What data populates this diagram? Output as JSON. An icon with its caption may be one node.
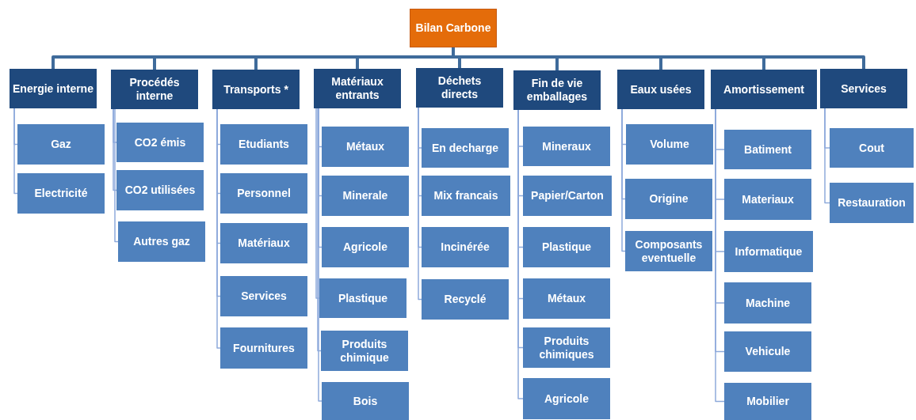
{
  "diagram": {
    "nodes": [
      {
        "text": [
          "Bilan Carbone"
        ]
      },
      {
        "text": [
          "Energie interne"
        ]
      },
      {
        "text": [
          "Procédés interne"
        ]
      },
      {
        "text": [
          "Transports *"
        ]
      },
      {
        "text": [
          "Matériaux entrants"
        ]
      },
      {
        "text": [
          "Déchets directs"
        ]
      },
      {
        "text": [
          "Fin de vie emballages"
        ]
      },
      {
        "text": [
          "Eaux usées"
        ]
      },
      {
        "text": [
          "Amortissement"
        ]
      },
      {
        "text": [
          "Services"
        ]
      },
      {
        "text": [
          "Gaz"
        ]
      },
      {
        "text": [
          "Electricité"
        ]
      },
      {
        "text": [
          "CO2 émis"
        ]
      },
      {
        "text": [
          "CO2 utilisées"
        ]
      },
      {
        "text": [
          "Autres gaz"
        ]
      },
      {
        "text": [
          "Etudiants"
        ]
      },
      {
        "text": [
          "Personnel"
        ]
      },
      {
        "text": [
          "Matériaux"
        ]
      },
      {
        "text": [
          "Services"
        ]
      },
      {
        "text": [
          "Fournitures"
        ]
      },
      {
        "text": [
          "Métaux"
        ]
      },
      {
        "text": [
          "Minerale"
        ]
      },
      {
        "text": [
          "Agricole"
        ]
      },
      {
        "text": [
          "Plastique"
        ]
      },
      {
        "text": [
          "Produits chimique"
        ]
      },
      {
        "text": [
          "Bois"
        ]
      },
      {
        "text": [
          "En decharge"
        ]
      },
      {
        "text": [
          "Mix francais"
        ]
      },
      {
        "text": [
          "Incinérée"
        ]
      },
      {
        "text": [
          "Recyclé"
        ]
      },
      {
        "text": [
          "Mineraux"
        ]
      },
      {
        "text": [
          "Papier/Carton"
        ]
      },
      {
        "text": [
          "Plastique"
        ]
      },
      {
        "text": [
          "Métaux"
        ]
      },
      {
        "text": [
          "Produits chimiques"
        ]
      },
      {
        "text": [
          "Agricole"
        ]
      },
      {
        "text": [
          "Volume"
        ]
      },
      {
        "text": [
          "Origine"
        ]
      },
      {
        "text": [
          "Composants eventuelle"
        ]
      },
      {
        "text": [
          "Batiment"
        ]
      },
      {
        "text": [
          "Materiaux"
        ]
      },
      {
        "text": [
          "Informatique"
        ]
      },
      {
        "text": [
          "Machine"
        ]
      },
      {
        "text": [
          "Vehicule"
        ]
      },
      {
        "text": [
          "Mobilier"
        ]
      },
      {
        "text": [
          "Cout"
        ]
      },
      {
        "text": [
          "Restauration"
        ]
      }
    ],
    "edges": [
      {
        "from": 0,
        "to": 1,
        "arrow": "none",
        "style": "thick"
      },
      {
        "from": 0,
        "to": 2,
        "arrow": "none",
        "style": "thick"
      },
      {
        "from": 0,
        "to": 3,
        "arrow": "none",
        "style": "thick"
      },
      {
        "from": 0,
        "to": 4,
        "arrow": "none",
        "style": "thick"
      },
      {
        "from": 0,
        "to": 5,
        "arrow": "none",
        "style": "thick"
      },
      {
        "from": 0,
        "to": 6,
        "arrow": "none",
        "style": "thick"
      },
      {
        "from": 0,
        "to": 7,
        "arrow": "none",
        "style": "thick"
      },
      {
        "from": 0,
        "to": 8,
        "arrow": "none",
        "style": "thick"
      },
      {
        "from": 0,
        "to": 9,
        "arrow": "none",
        "style": "thick"
      },
      {
        "from": 1,
        "to": 10,
        "arrow": "none"
      },
      {
        "from": 1,
        "to": 11,
        "arrow": "none"
      },
      {
        "from": 2,
        "to": 12,
        "arrow": "none"
      },
      {
        "from": 2,
        "to": 13,
        "arrow": "none"
      },
      {
        "from": 2,
        "to": 14,
        "arrow": "none"
      },
      {
        "from": 3,
        "to": 15,
        "arrow": "none"
      },
      {
        "from": 3,
        "to": 16,
        "arrow": "none"
      },
      {
        "from": 3,
        "to": 17,
        "arrow": "none"
      },
      {
        "from": 3,
        "to": 18,
        "arrow": "none"
      },
      {
        "from": 3,
        "to": 19,
        "arrow": "none"
      },
      {
        "from": 4,
        "to": 20,
        "arrow": "none"
      },
      {
        "from": 4,
        "to": 21,
        "arrow": "none"
      },
      {
        "from": 4,
        "to": 22,
        "arrow": "none"
      },
      {
        "from": 4,
        "to": 23,
        "arrow": "none"
      },
      {
        "from": 4,
        "to": 24,
        "arrow": "none"
      },
      {
        "from": 4,
        "to": 25,
        "arrow": "none"
      },
      {
        "from": 5,
        "to": 26,
        "arrow": "none"
      },
      {
        "from": 5,
        "to": 27,
        "arrow": "none"
      },
      {
        "from": 5,
        "to": 28,
        "arrow": "none"
      },
      {
        "from": 5,
        "to": 29,
        "arrow": "none"
      },
      {
        "from": 6,
        "to": 30,
        "arrow": "none"
      },
      {
        "from": 6,
        "to": 31,
        "arrow": "none"
      },
      {
        "from": 6,
        "to": 32,
        "arrow": "none"
      },
      {
        "from": 6,
        "to": 33,
        "arrow": "none"
      },
      {
        "from": 6,
        "to": 34,
        "arrow": "none"
      },
      {
        "from": 6,
        "to": 35,
        "arrow": "none"
      },
      {
        "from": 7,
        "to": 36,
        "arrow": "none"
      },
      {
        "from": 7,
        "to": 37,
        "arrow": "none"
      },
      {
        "from": 7,
        "to": 38,
        "arrow": "none"
      },
      {
        "from": 8,
        "to": 39,
        "arrow": "none"
      },
      {
        "from": 8,
        "to": 40,
        "arrow": "none"
      },
      {
        "from": 8,
        "to": 41,
        "arrow": "none"
      },
      {
        "from": 8,
        "to": 42,
        "arrow": "none"
      },
      {
        "from": 8,
        "to": 43,
        "arrow": "none"
      },
      {
        "from": 8,
        "to": 44,
        "arrow": "none"
      },
      {
        "from": 9,
        "to": 45,
        "arrow": "none"
      },
      {
        "from": 9,
        "to": 46,
        "arrow": "none"
      }
    ]
  }
}
